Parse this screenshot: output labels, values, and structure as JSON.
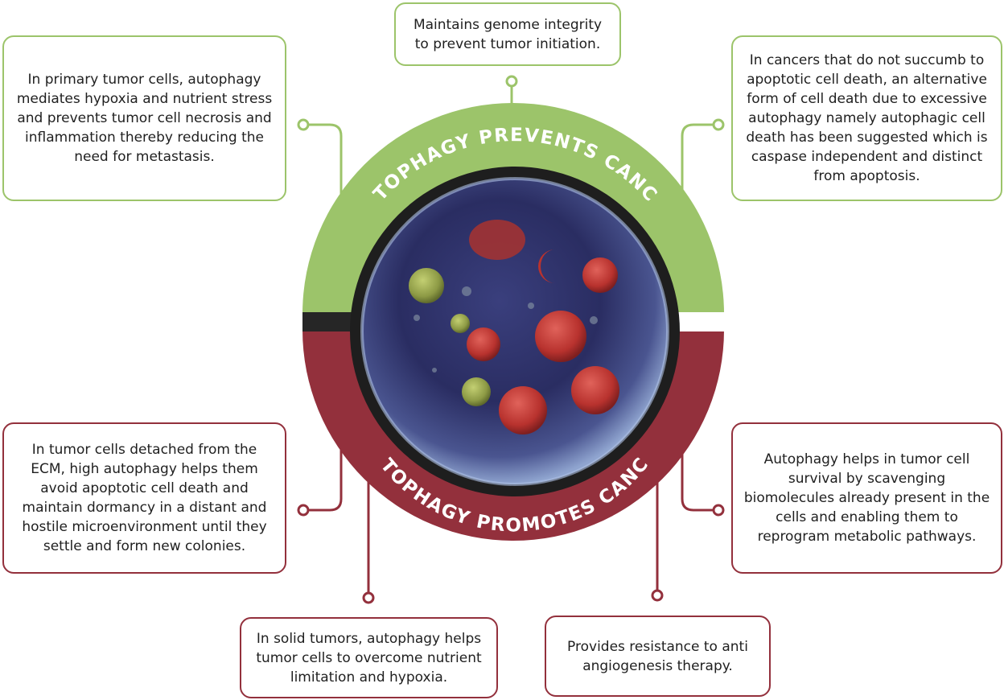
{
  "colors": {
    "prevents": "#9cc46a",
    "promotes": "#93303c",
    "band_dark": "#262626",
    "core": "#2b2f63"
  },
  "arc_labels": {
    "prevents": "AUTOPHAGY PREVENTS CANCER",
    "promotes": "AUTOPHAGY PROMOTES CANCER"
  },
  "boxes": {
    "top": "Maintains genome integrity to prevent tumor initiation.",
    "top_left": "In primary tumor cells, autophagy mediates hypoxia and nutrient stress and prevents tumor cell necrosis and inflammation thereby reducing the need for metastasis.",
    "top_right": "In cancers that do not succumb to apoptotic cell death, an alternative form of cell death due to excessive autophagy namely autophagic cell death has been suggested which is caspase independent and distinct from apoptosis.",
    "mid_left": "In tumor cells detached from the ECM, high autophagy helps them avoid apoptotic cell death and maintain dormancy in a distant and hostile microenvironment until they settle and form new colonies.",
    "mid_right": "Autophagy helps in tumor cell survival by scavenging biomolecules already present in the cells and enabling them to reprogram metabolic pathways.",
    "bottom_left": "In solid tumors, autophagy helps tumor cells to overcome nutrient limitation and hypoxia.",
    "bottom_right": "Provides resistance to anti angiogenesis therapy."
  }
}
